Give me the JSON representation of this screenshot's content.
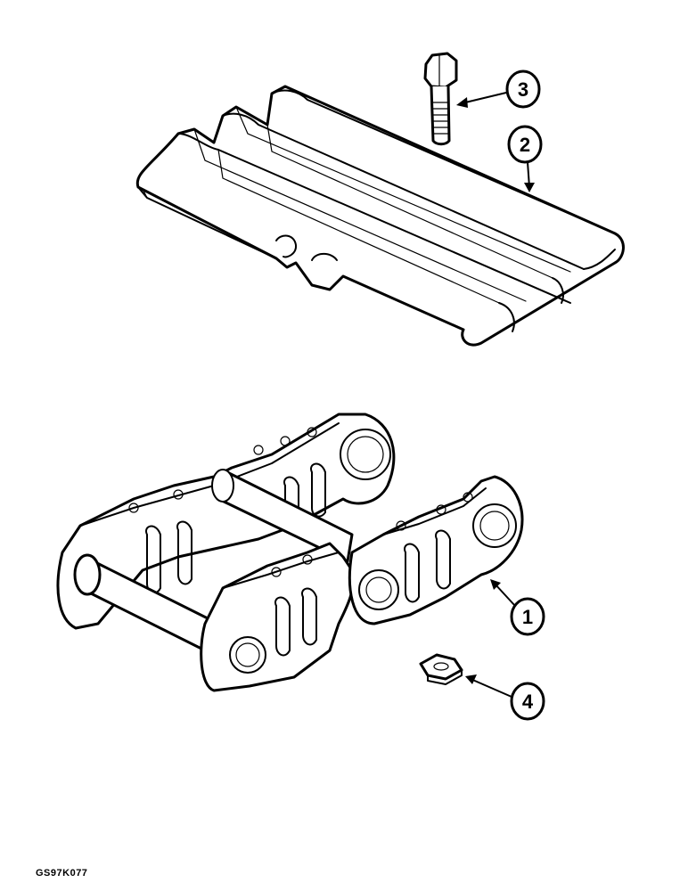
{
  "callouts": [
    {
      "id": "1",
      "label": "1"
    },
    {
      "id": "2",
      "label": "2"
    },
    {
      "id": "3",
      "label": "3"
    },
    {
      "id": "4",
      "label": "4"
    }
  ],
  "reference_code": "GS97K077"
}
